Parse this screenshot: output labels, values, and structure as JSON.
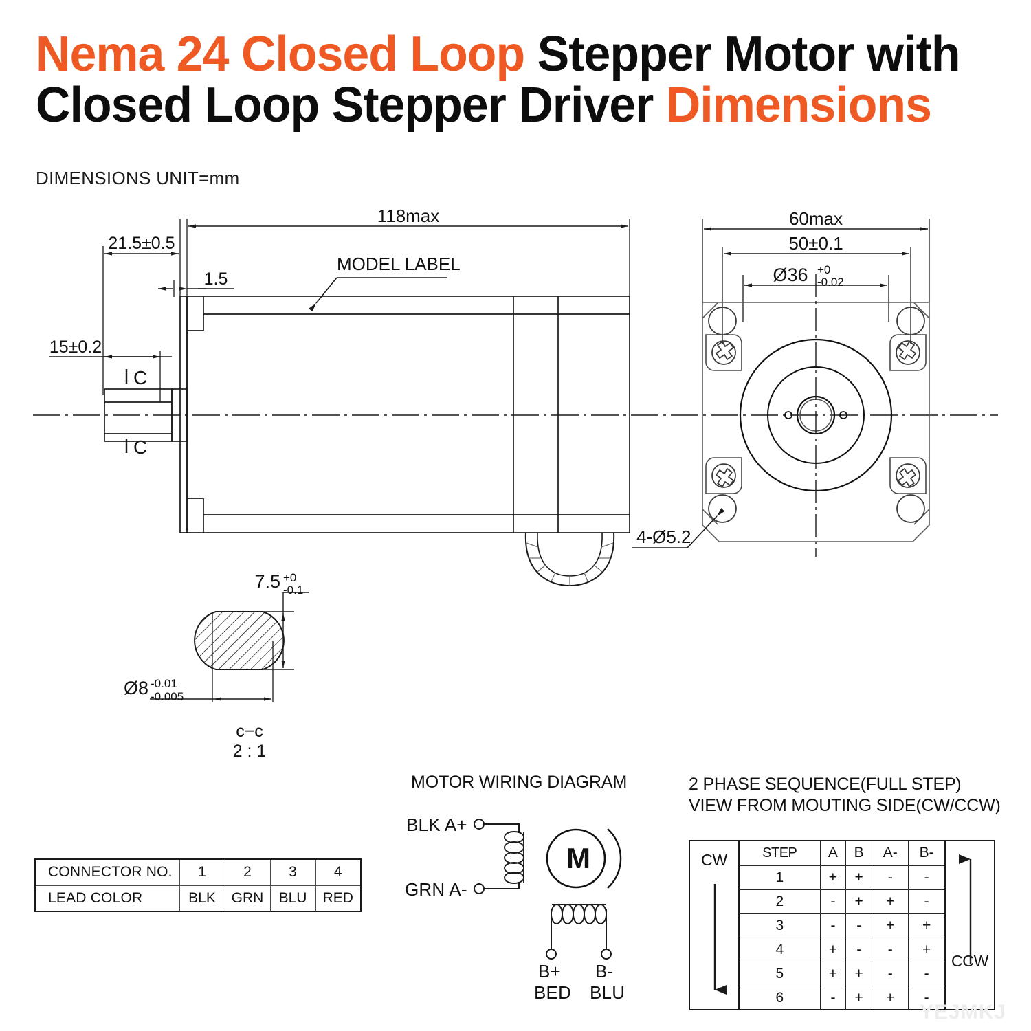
{
  "title": {
    "line1_part1": "Nema 24 Closed Loop ",
    "line1_part2": "Stepper Motor with",
    "line2_part1": "Closed Loop Stepper Driver ",
    "line2_part2": "Dimensions",
    "accent_color": "#ef5a24",
    "text_color": "#0d0d0d"
  },
  "unit_note": "DIMENSIONS UNIT=mm",
  "side_view": {
    "overall_length": "118max",
    "shaft_length": "21.5±0.5",
    "flat_length": "15±0.2",
    "flange_thickness": "1.5",
    "model_label": "MODEL LABEL",
    "section_mark_top": "C",
    "section_mark_bottom": "C"
  },
  "face_view": {
    "outer_width": "60max",
    "bolt_circle": "50±0.1",
    "pilot_dia_value": "Ø36",
    "pilot_tol_upper": "+0",
    "pilot_tol_lower": "-0.02",
    "hole_callout": "4-Ø5.2"
  },
  "section_cc": {
    "flat_value": "7.5",
    "flat_tol_upper": "+0",
    "flat_tol_lower": "-0.1",
    "dia_value": "Ø8",
    "dia_tol_upper": "-0.01",
    "dia_tol_lower": "-0.005",
    "section_name": "c−c",
    "scale": "2 : 1"
  },
  "connector_table": {
    "rows": [
      {
        "label": "CONNECTOR NO.",
        "values": [
          "1",
          "2",
          "3",
          "4"
        ]
      },
      {
        "label": "LEAD COLOR",
        "values": [
          "BLK",
          "GRN",
          "BLU",
          "RED"
        ]
      }
    ]
  },
  "wiring": {
    "title": "MOTOR WIRING DIAGRAM",
    "a_plus": "BLK A+",
    "a_minus": "GRN A-",
    "b_plus": "B+",
    "b_plus_color": "BED",
    "b_minus": "B-",
    "b_minus_color": "BLU",
    "motor_symbol": "M"
  },
  "phase_sequence": {
    "title_line1": "2 PHASE SEQUENCE(FULL STEP)",
    "title_line2": "VIEW FROM MOUTING SIDE(CW/CCW)",
    "cw_label": "CW",
    "ccw_label": "CCW",
    "headers": [
      "STEP",
      "A",
      "B",
      "A-",
      "B-"
    ],
    "rows": [
      [
        "1",
        "+",
        "+",
        "-",
        "-"
      ],
      [
        "2",
        "-",
        "+",
        "+",
        "-"
      ],
      [
        "3",
        "-",
        "-",
        "+",
        "+"
      ],
      [
        "4",
        "+",
        "-",
        "-",
        "+"
      ],
      [
        "5",
        "+",
        "+",
        "-",
        "-"
      ],
      [
        "6",
        "-",
        "+",
        "+",
        "-"
      ]
    ]
  },
  "watermark": "YEJMKJ"
}
